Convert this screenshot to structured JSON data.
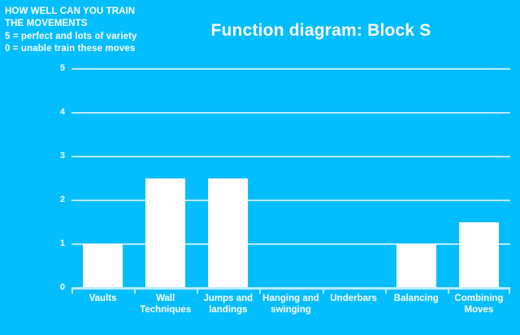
{
  "header_note": {
    "lines": [
      "HOW WELL CAN YOU TRAIN",
      "THE MOVEMENTS",
      "5 = perfect and lots of variety",
      "0 = unable train these moves"
    ]
  },
  "colors": {
    "background": "#03bdfc",
    "bar": "#ffffff",
    "gridline": "#b7ecff",
    "text": "#ffffff"
  },
  "chart_data": {
    "type": "bar",
    "title": "Function diagram: Block S",
    "xlabel": "",
    "ylabel": "",
    "ylim": [
      0,
      5
    ],
    "yticks": [
      0,
      1,
      2,
      3,
      4,
      5
    ],
    "ytick_labels": [
      "0",
      "1",
      "2",
      "3",
      "4",
      "5"
    ],
    "grid": true,
    "legend": false,
    "categories": [
      "Vaults",
      "Wall Techniques",
      "Jumps and landings",
      "Hanging and swinging",
      "Underbars",
      "Balancing",
      "Combining Moves"
    ],
    "values": [
      1,
      2.5,
      2.5,
      0,
      0,
      1,
      1.5
    ]
  }
}
